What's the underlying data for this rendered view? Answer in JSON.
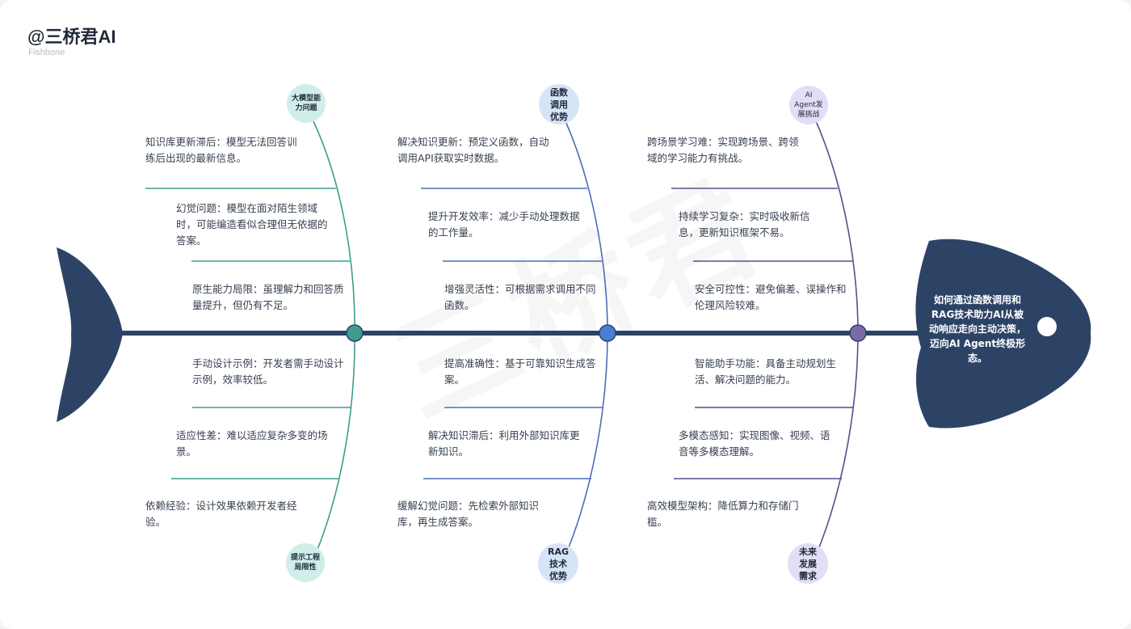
{
  "brand": "@三桥君AI",
  "subtitle": "Fishbone",
  "watermark": "三桥君",
  "head": "如何通过函数调用和RAG技术助力AI从被动响应走向主动决策，迈向AI Agent终极形态。",
  "colors": {
    "spine": "#2d4366",
    "head": "#2d4366",
    "teal": "#3f9b8e",
    "blue": "#4a6fb5",
    "purple": "#5b4b8f",
    "joint_teal": "#3f9b8e",
    "joint_blue": "#4a7fd4",
    "joint_purple": "#7a6aa8"
  },
  "categories": {
    "top_1": "大模型能力问题",
    "top_2": "函数调用优势",
    "top_3": "AI Agent发展挑战",
    "bottom_1": "提示工程局限性",
    "bottom_2": "RAG技术优势",
    "bottom_3": "未来发展需求"
  },
  "causes": {
    "top_1": [
      "知识库更新滞后：模型无法回答训练后出现的最新信息。",
      "幻觉问题：模型在面对陌生领域时，可能编造看似合理但无依据的答案。",
      "原生能力局限：虽理解力和回答质量提升，但仍有不足。"
    ],
    "top_2": [
      "解决知识更新：预定义函数，自动调用API获取实时数据。",
      "提升开发效率：减少手动处理数据的工作量。",
      "增强灵活性：可根据需求调用不同函数。"
    ],
    "top_3": [
      "跨场景学习难：实现跨场景、跨领域的学习能力有挑战。",
      "持续学习复杂：实时吸收新信息，更新知识框架不易。",
      "安全可控性：避免偏差、误操作和伦理风险较难。"
    ],
    "bottom_1": [
      "手动设计示例：开发者需手动设计示例，效率较低。",
      "适应性差：难以适应复杂多变的场景。",
      "依赖经验：设计效果依赖开发者经验。"
    ],
    "bottom_2": [
      "提高准确性：基于可靠知识生成答案。",
      "解决知识滞后：利用外部知识库更新知识。",
      "缓解幻觉问题：先检索外部知识库，再生成答案。"
    ],
    "bottom_3": [
      "智能助手功能：具备主动规划生活、解决问题的能力。",
      "多模态感知：实现图像、视频、语音等多模态理解。",
      "高效模型架构：降低算力和存储门槛。"
    ]
  }
}
